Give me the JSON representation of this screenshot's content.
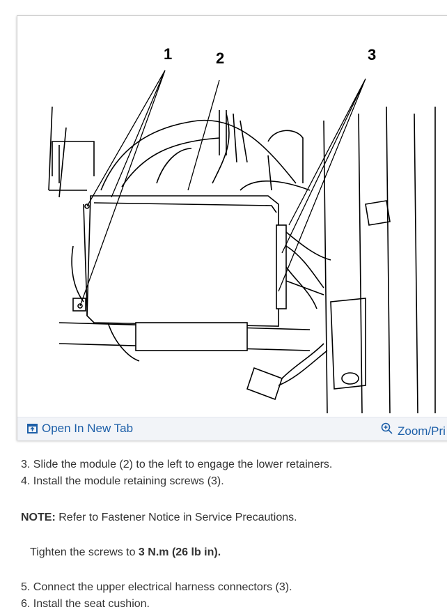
{
  "figure": {
    "callouts": [
      "1",
      "2",
      "3"
    ],
    "open_tab_label": "Open In New Tab",
    "zoom_label": "Zoom/Pri",
    "link_color": "#1d5fa8"
  },
  "steps": {
    "s3": "3. Slide the module (2) to the left to engage the lower retainers.",
    "s4": "4. Install the module retaining screws (3).",
    "note_label": "NOTE:",
    "note_text": " Refer to Fastener Notice in Service Precautions.",
    "tighten_pre": "Tighten the screws to ",
    "tighten_bold": "3 N.m (26 lb in).",
    "s5": "5. Connect the upper electrical harness connectors (3).",
    "s6": "6. Install the seat cushion."
  }
}
